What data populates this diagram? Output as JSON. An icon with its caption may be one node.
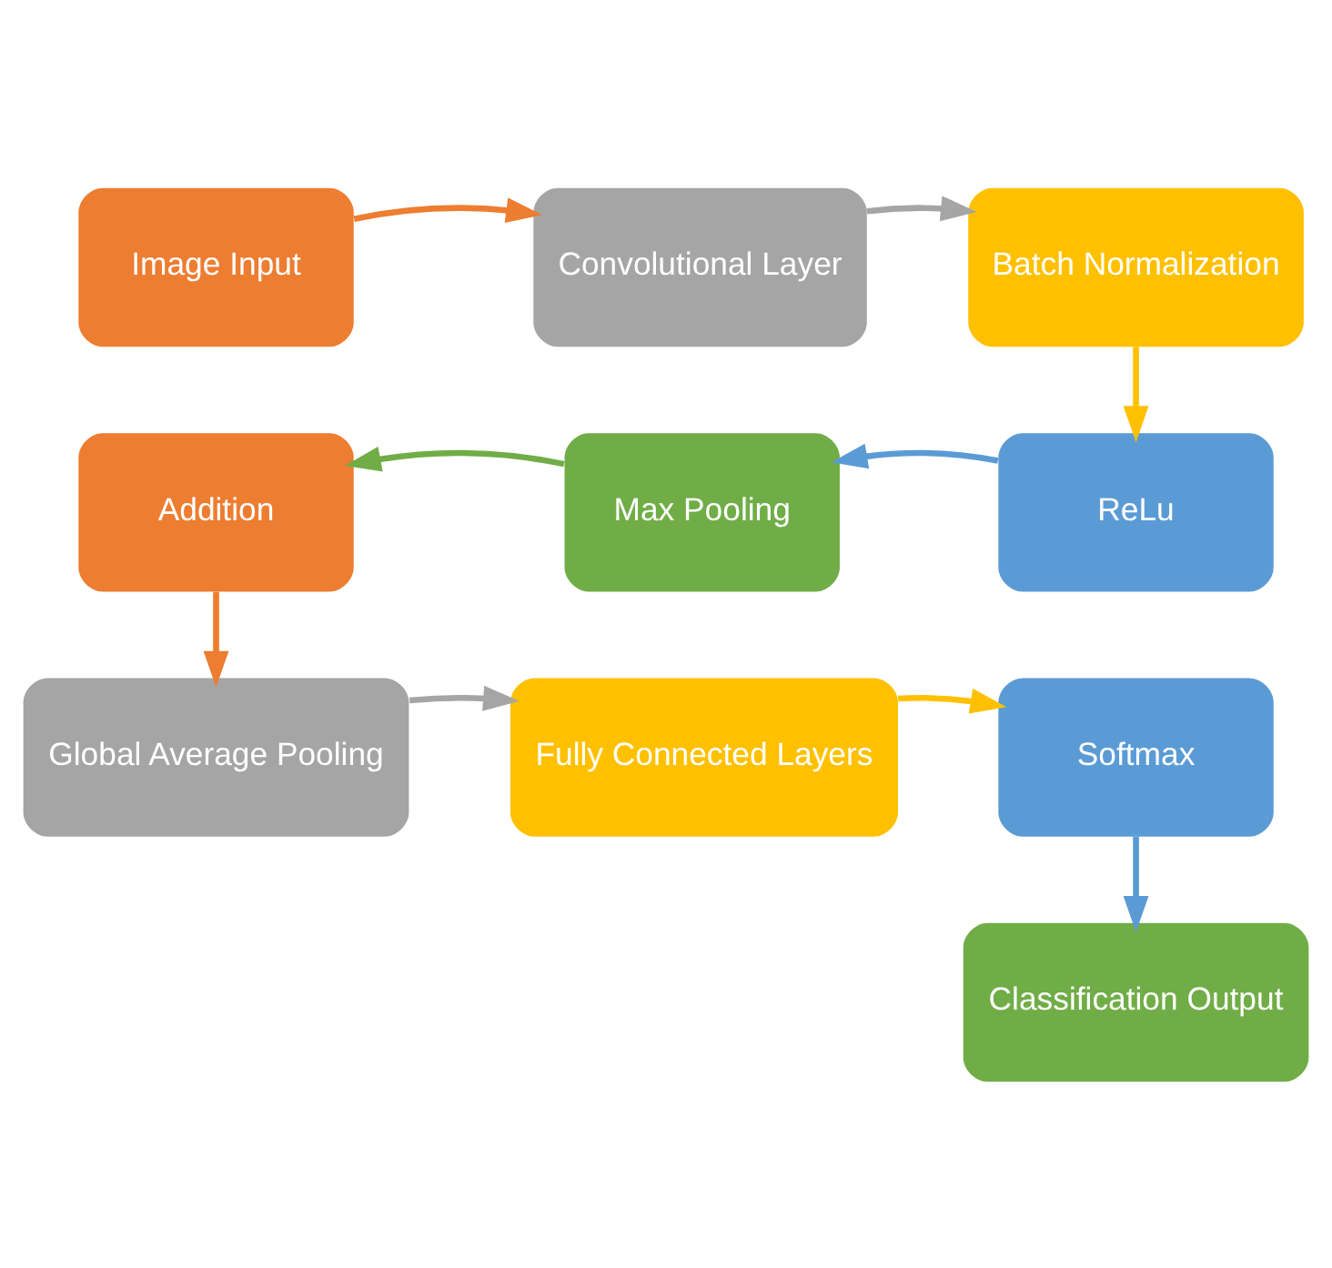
{
  "diagram": {
    "nodes": [
      {
        "text": [
          "Image Input"
        ]
      },
      {
        "text": [
          "Convolutional Layer"
        ]
      },
      {
        "text": [
          "Batch Normalization"
        ]
      },
      {
        "text": [
          "ReLu"
        ]
      },
      {
        "text": [
          "Max Pooling"
        ]
      },
      {
        "text": [
          "Addition"
        ]
      },
      {
        "text": [
          "Global Average Pooling"
        ]
      },
      {
        "text": [
          "Fully Connected Layers"
        ]
      },
      {
        "text": [
          "Softmax"
        ]
      },
      {
        "text": [
          "Classification Output"
        ]
      }
    ],
    "edges": [
      {
        "from": 0,
        "to": 1,
        "arrow": "to",
        "color": "#ed7d31"
      },
      {
        "from": 1,
        "to": 2,
        "arrow": "to",
        "color": "#a5a5a5"
      },
      {
        "from": 2,
        "to": 3,
        "arrow": "to",
        "color": "#ffc000"
      },
      {
        "from": 3,
        "to": 4,
        "arrow": "to",
        "color": "#5b9bd5"
      },
      {
        "from": 4,
        "to": 5,
        "arrow": "to",
        "color": "#70ad47"
      },
      {
        "from": 5,
        "to": 6,
        "arrow": "to",
        "color": "#ed7d31"
      },
      {
        "from": 6,
        "to": 7,
        "arrow": "to",
        "color": "#a5a5a5"
      },
      {
        "from": 7,
        "to": 8,
        "arrow": "to",
        "color": "#ffc000"
      },
      {
        "from": 8,
        "to": 9,
        "arrow": "to",
        "color": "#5b9bd5"
      }
    ]
  }
}
